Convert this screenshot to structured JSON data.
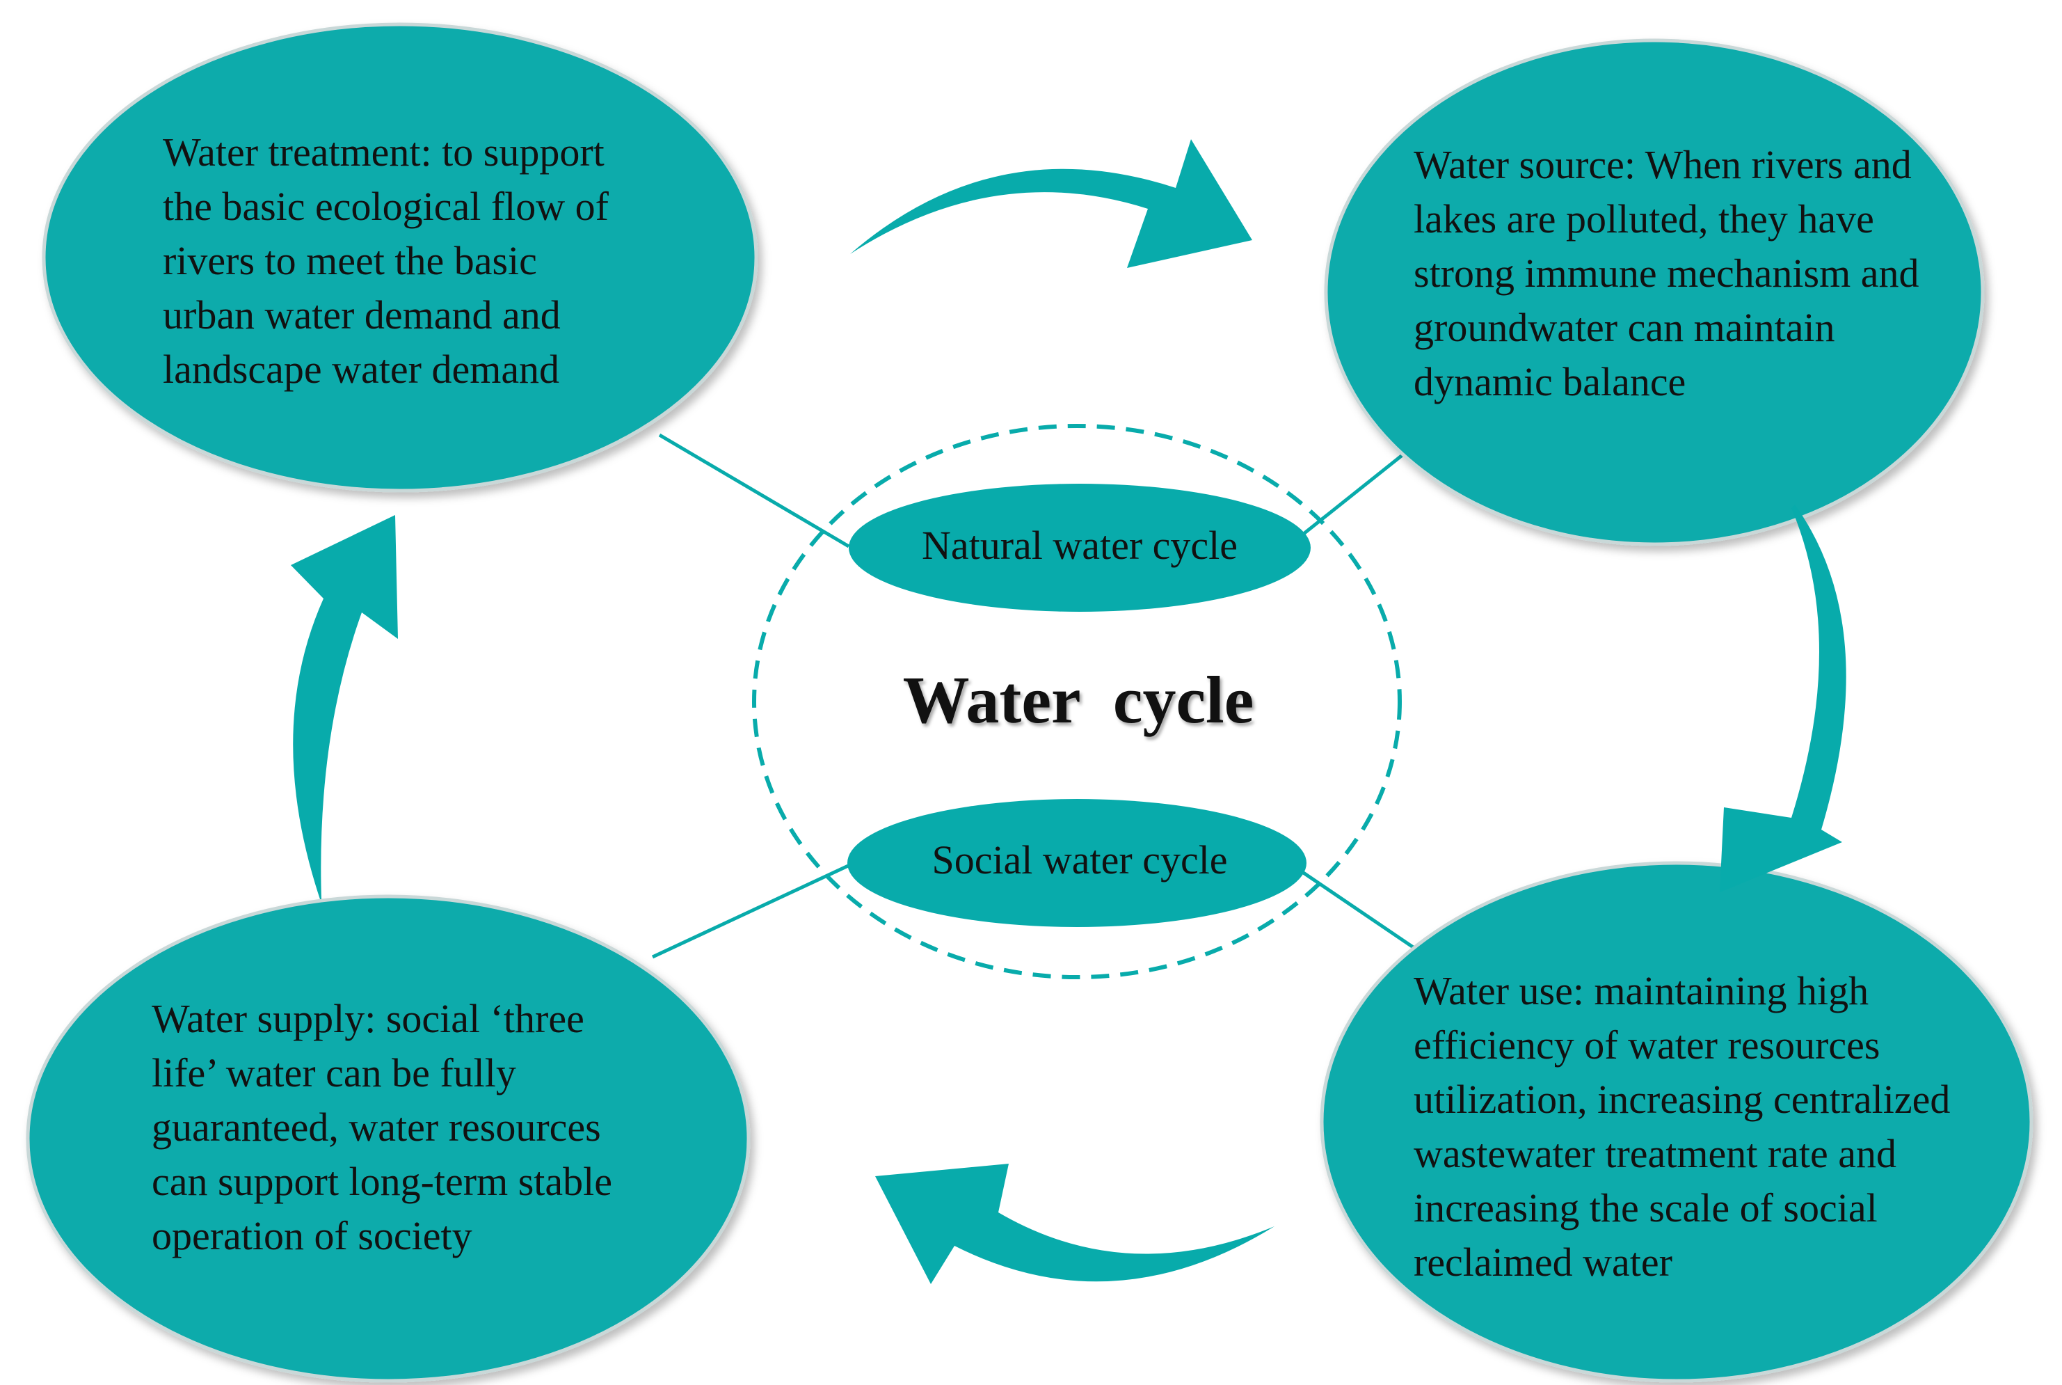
{
  "center": {
    "title": "Water  cycle"
  },
  "inner_labels": {
    "natural": "Natural water cycle",
    "social": "Social water cycle"
  },
  "stages": {
    "treatment": "Water treatment: to support\nthe basic ecological flow of\nrivers to meet the basic\nurban water demand and\nlandscape water demand",
    "source": "Water source: When rivers and\nlakes are polluted, they have\nstrong immune mechanism and\ngroundwater can maintain\ndynamic balance",
    "supply": "Water supply: social ‘three\nlife’ water can be fully\nguaranteed, water resources\ncan support long-term stable\noperation of society",
    "use": "Water use: maintaining high\nefficiency of water resources\nutilization, increasing centralized\nwastewater treatment rate and\nincreasing the scale of social\nreclaimed water"
  },
  "colors": {
    "teal": "#08ABAB",
    "ellipse_border": "#C9D8D8",
    "text": "#111111"
  }
}
